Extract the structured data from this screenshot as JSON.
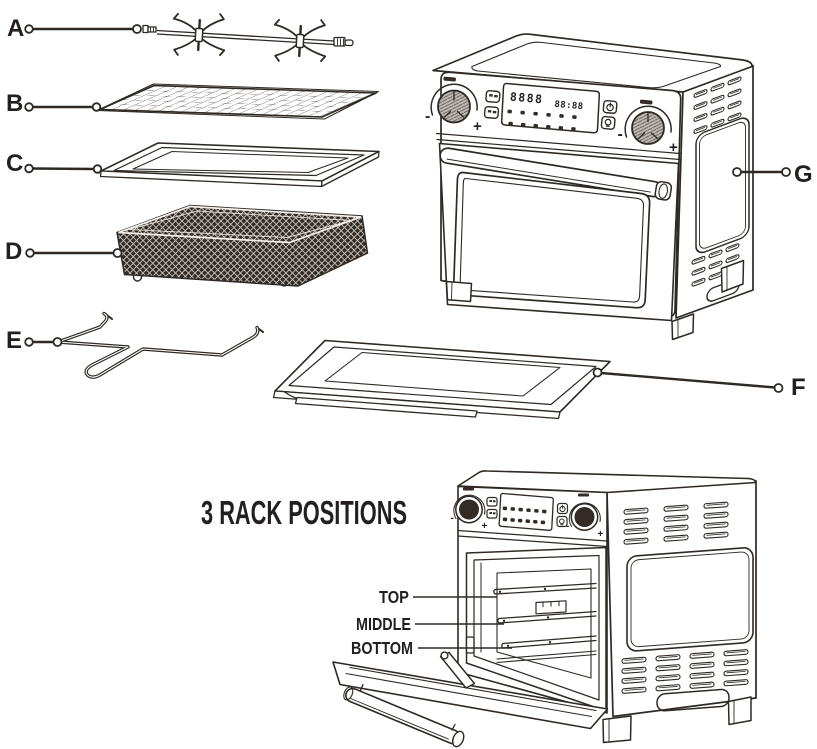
{
  "colors": {
    "line": "#2e2924",
    "dark_fill": "#322b26",
    "paper": "#ffffff",
    "text": "#231f20"
  },
  "heading": "3 RACK POSITIONS",
  "part_labels": [
    "A",
    "B",
    "C",
    "D",
    "E",
    "F",
    "G"
  ],
  "rack_labels": {
    "top": "TOP",
    "middle": "MIDDLE",
    "bottom": "BOTTOM"
  },
  "control_panel": {
    "display_temp": "8888",
    "display_time": "88:88",
    "minus": "-",
    "plus": "+"
  },
  "icons": {
    "power": "power-icon",
    "light": "light-icon",
    "presets": "food-preset-icons",
    "knob": "rotary-knob-icon"
  }
}
